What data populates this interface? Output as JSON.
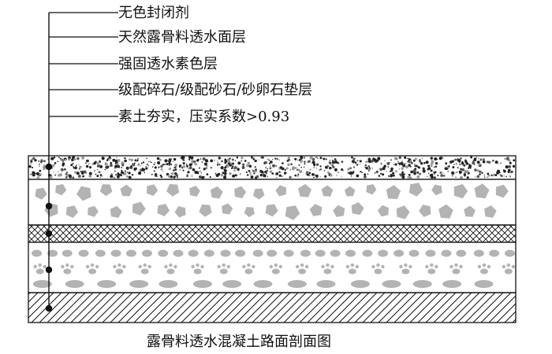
{
  "diagram": {
    "caption": "露骨料透水混凝土路面剖面图",
    "layers": [
      {
        "id": "sealer",
        "label": "无色封闭剂"
      },
      {
        "id": "aggregate-surface",
        "label": "天然露骨料透水面层"
      },
      {
        "id": "base-color",
        "label": "强固透水素色层"
      },
      {
        "id": "cushion",
        "label": "级配碎石/级配砂石/砂卵石垫层"
      },
      {
        "id": "soil",
        "label": "素土夯实，压实系数>0.93"
      }
    ],
    "colors": {
      "line": "#111111",
      "fill_gray": "#b3b3b3",
      "speckle": "#555555"
    }
  }
}
